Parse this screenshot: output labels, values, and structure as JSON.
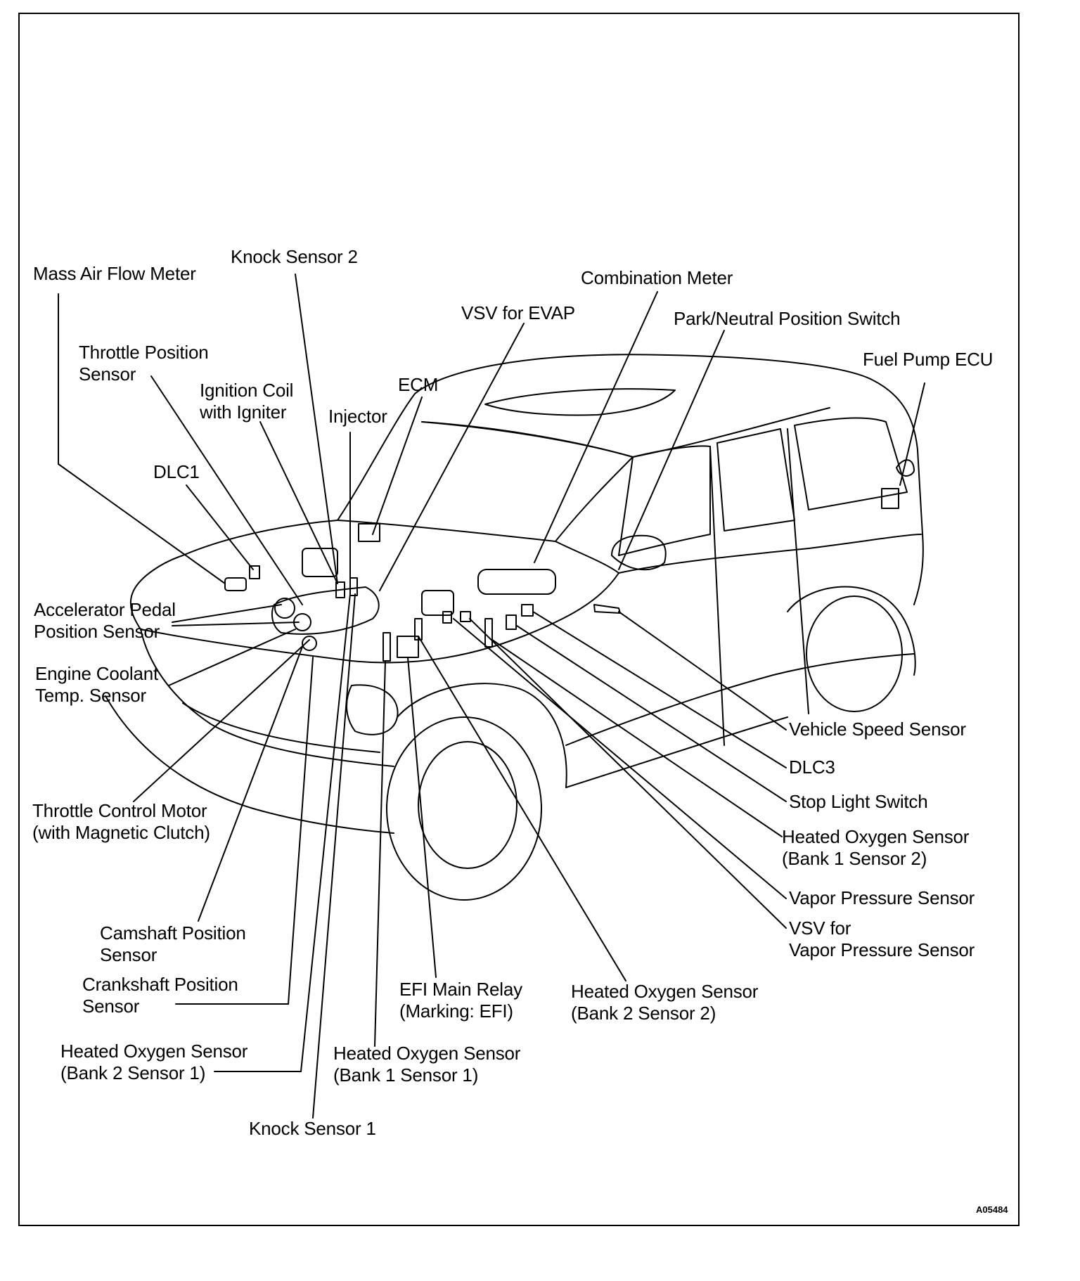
{
  "diagram_id": "A05484",
  "labels": {
    "mass_air_flow_meter": "Mass Air Flow Meter",
    "knock_sensor_2": "Knock Sensor 2",
    "combination_meter": "Combination Meter",
    "vsv_for_evap": "VSV for EVAP",
    "park_neutral_position_switch": "Park/Neutral Position Switch",
    "fuel_pump_ecu": "Fuel Pump ECU",
    "throttle_position_sensor": "Throttle Position\nSensor",
    "ignition_coil_with_igniter": "Ignition Coil\nwith Igniter",
    "ecm": "ECM",
    "injector": "Injector",
    "dlc1": "DLC1",
    "accelerator_pedal_position_sensor": "Accelerator Pedal\nPosition Sensor",
    "engine_coolant_temp_sensor": "Engine Coolant\nTemp. Sensor",
    "throttle_control_motor": "Throttle Control Motor\n(with Magnetic Clutch)",
    "camshaft_position_sensor": "Camshaft Position\nSensor",
    "crankshaft_position_sensor": "Crankshaft Position\nSensor",
    "heated_oxygen_sensor_b2s1": "Heated Oxygen Sensor\n(Bank 2 Sensor 1)",
    "knock_sensor_1": "Knock Sensor 1",
    "heated_oxygen_sensor_b1s1": "Heated Oxygen Sensor\n(Bank 1 Sensor 1)",
    "efi_main_relay": "EFI Main Relay\n(Marking: EFI)",
    "heated_oxygen_sensor_b2s2": "Heated Oxygen Sensor\n(Bank 2 Sensor 2)",
    "vehicle_speed_sensor": "Vehicle Speed Sensor",
    "dlc3": "DLC3",
    "stop_light_switch": "Stop Light Switch",
    "heated_oxygen_sensor_b1s2": "Heated Oxygen Sensor\n(Bank 1 Sensor 2)",
    "vapor_pressure_sensor": "Vapor Pressure Sensor",
    "vsv_for_vapor_pressure_sensor": "VSV for\nVapor Pressure Sensor"
  }
}
